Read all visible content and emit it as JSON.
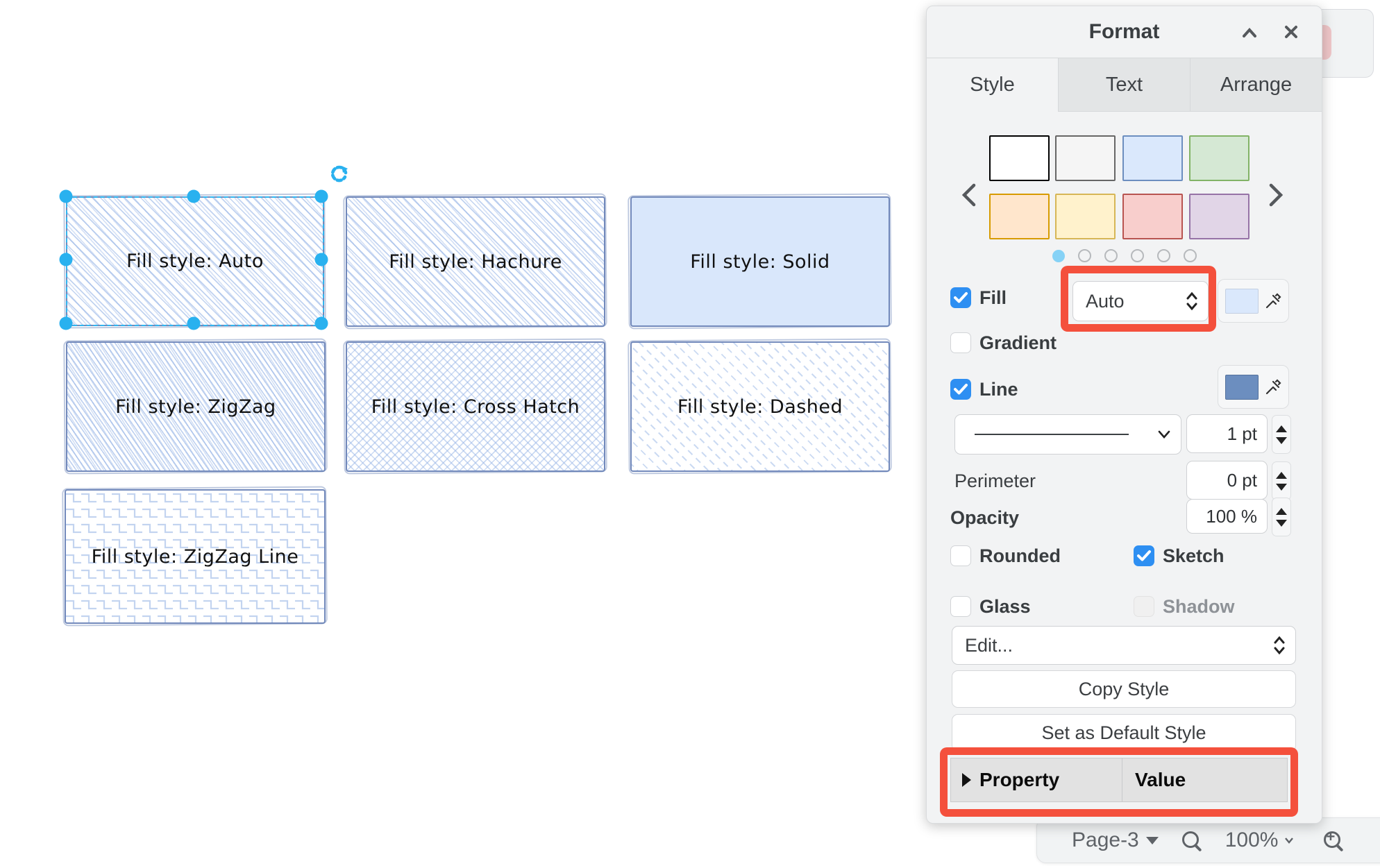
{
  "panel": {
    "title": "Format",
    "tabs": [
      {
        "label": "Style"
      },
      {
        "label": "Text"
      },
      {
        "label": "Arrange"
      }
    ],
    "active_tab": "Style",
    "swatches": [
      {
        "name": "white",
        "fill": "#ffffff",
        "stroke": "#000000"
      },
      {
        "name": "gray",
        "fill": "#f5f5f5",
        "stroke": "#666666"
      },
      {
        "name": "blue",
        "fill": "#dae8fc",
        "stroke": "#6c8ebf"
      },
      {
        "name": "green",
        "fill": "#d5e8d4",
        "stroke": "#82b366"
      },
      {
        "name": "orange",
        "fill": "#ffe6cc",
        "stroke": "#d79b00"
      },
      {
        "name": "yellow",
        "fill": "#fff2cc",
        "stroke": "#d6b656"
      },
      {
        "name": "red",
        "fill": "#f8cecc",
        "stroke": "#b85450"
      },
      {
        "name": "purple",
        "fill": "#e1d5e7",
        "stroke": "#9673a6"
      }
    ],
    "swatch_pager": {
      "active_dot": 1,
      "total_dots": 6
    },
    "fill": {
      "label": "Fill",
      "checked": true,
      "style_value": "Auto",
      "color": "#dae8fc"
    },
    "gradient": {
      "label": "Gradient",
      "checked": false
    },
    "line": {
      "label": "Line",
      "checked": true,
      "color": "#6c8ebf",
      "width_value": "1 pt"
    },
    "perimeter": {
      "label": "Perimeter",
      "value": "0 pt"
    },
    "opacity": {
      "label": "Opacity",
      "value": "100 %"
    },
    "rounded": {
      "label": "Rounded",
      "checked": false
    },
    "sketch": {
      "label": "Sketch",
      "checked": true
    },
    "glass": {
      "label": "Glass",
      "checked": false
    },
    "shadow": {
      "label": "Shadow",
      "checked": false,
      "disabled": true
    },
    "edit": {
      "label": "Edit..."
    },
    "buttons": {
      "copy_style": "Copy Style",
      "set_default": "Set as Default Style"
    },
    "properties": {
      "property_header": "Property",
      "value_header": "Value"
    },
    "highlight_color": "#f4503c"
  },
  "canvas": {
    "shapes": [
      {
        "label": "Fill style: Auto",
        "fill_style": "hachure",
        "selected": true
      },
      {
        "label": "Fill style: Hachure",
        "fill_style": "hachure"
      },
      {
        "label": "Fill style: Solid",
        "fill_style": "solid"
      },
      {
        "label": "Fill style: ZigZag",
        "fill_style": "zigzag"
      },
      {
        "label": "Fill style: Cross Hatch",
        "fill_style": "cross-hatch"
      },
      {
        "label": "Fill style: Dashed",
        "fill_style": "dashed"
      },
      {
        "label": "Fill style: ZigZag Line",
        "fill_style": "zigzag-line"
      }
    ],
    "selection_color": "#29b1ef"
  },
  "statusbar": {
    "page": "Page-3",
    "zoom": "100%"
  }
}
